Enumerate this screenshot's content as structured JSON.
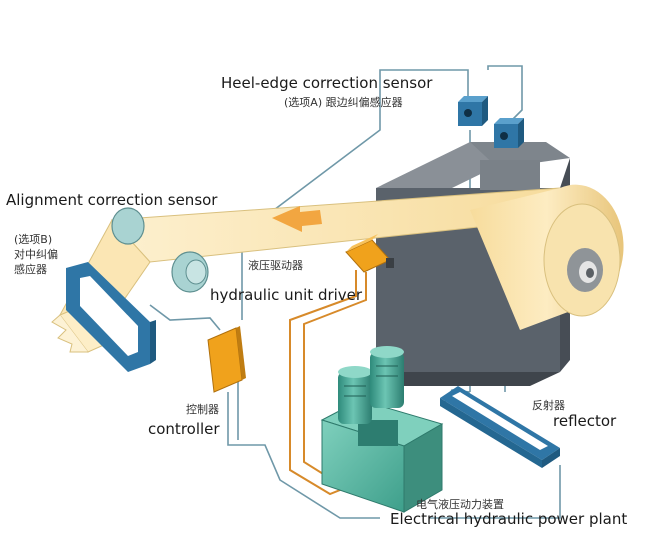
{
  "labels": {
    "heel_edge_en": "Heel-edge correction sensor",
    "heel_edge_cn": "(选项A) 跟边纠偏感应器",
    "alignment_en": "Alignment correction sensor",
    "alignment_cn_line1": "(选项B)",
    "alignment_cn_line2": "对中纠偏",
    "alignment_cn_line3": "感应器",
    "driver_cn": "液压驱动器",
    "driver_en": "hydraulic unit driver",
    "controller_cn": "控制器",
    "controller_en": "controller",
    "reflector_cn": "反射器",
    "reflector_en": "reflector",
    "power_plant_cn": "电气液压动力装置",
    "power_plant_en": "Electrical hydraulic power plant"
  },
  "colors": {
    "wire": "#6f98a8",
    "web": "#fbe6b4",
    "web_edge": "#d9c07e",
    "machine_front": "#5f6770",
    "machine_top": "#8a9097",
    "machine_side": "#474d55",
    "sensor_blue": "#2f76a6",
    "motor_green": "#3d9c8d",
    "tank_green": "#4fb39f",
    "controller_orange": "#f0a21c",
    "driver_orange": "#f0a21c",
    "hose_orange": "#d78a2a",
    "arrow_orange": "#f2a641",
    "roller_teal": "#a9d3d2"
  }
}
